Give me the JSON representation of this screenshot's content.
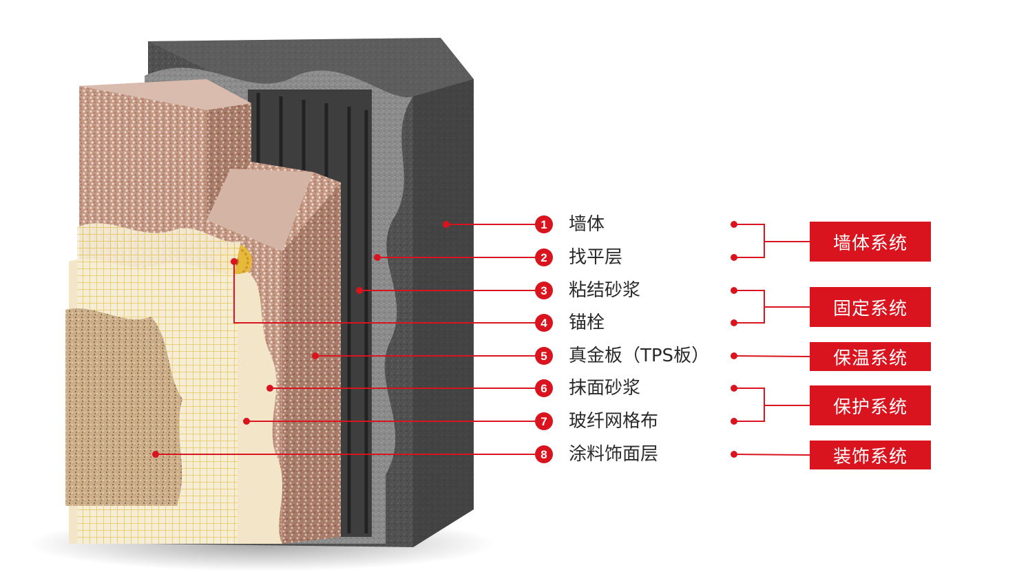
{
  "layers": [
    {
      "num": "1",
      "label": "墙体"
    },
    {
      "num": "2",
      "label": "找平层"
    },
    {
      "num": "3",
      "label": "粘结砂浆"
    },
    {
      "num": "4",
      "label": "锚栓"
    },
    {
      "num": "5",
      "label": "真金板（TPS板）"
    },
    {
      "num": "6",
      "label": "抹面砂浆"
    },
    {
      "num": "7",
      "label": "玻纤网格布"
    },
    {
      "num": "8",
      "label": "涂料饰面层"
    }
  ],
  "systems": [
    {
      "label": "墙体系统"
    },
    {
      "label": "固定系统"
    },
    {
      "label": "保温系统"
    },
    {
      "label": "保护系统"
    },
    {
      "label": "装饰系统"
    }
  ],
  "colors": {
    "accent": "#d9141e",
    "wall": "#4a4a4a",
    "leveling": "#7a7a7a",
    "insulation": "#c99a84",
    "mesh": "#f0d060",
    "render": "#f3e6c8",
    "finish": "#cdb08a"
  }
}
